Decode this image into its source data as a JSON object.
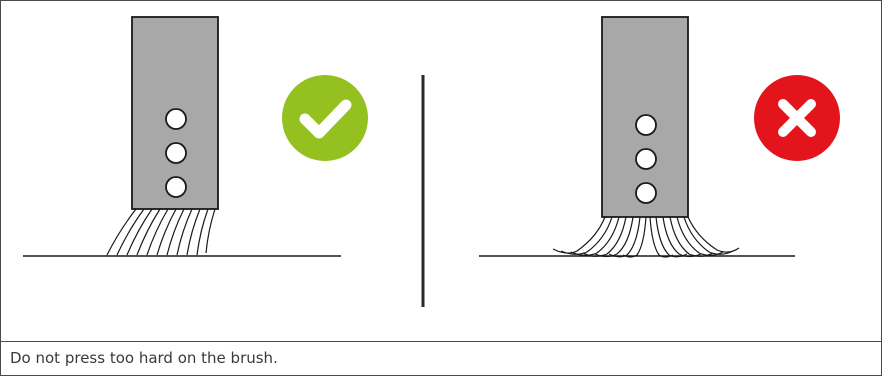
{
  "caption": "Do not press too hard on the brush.",
  "panels": [
    {
      "verdict": "correct",
      "icon": "checkmark-icon",
      "badge_color": "#94c11f"
    },
    {
      "verdict": "incorrect",
      "icon": "cross-icon",
      "badge_color": "#e3141b"
    }
  ],
  "colors": {
    "brush_handle": "#a8a8a8",
    "outline": "#1a1a1a",
    "divider": "#2a2a2a"
  }
}
